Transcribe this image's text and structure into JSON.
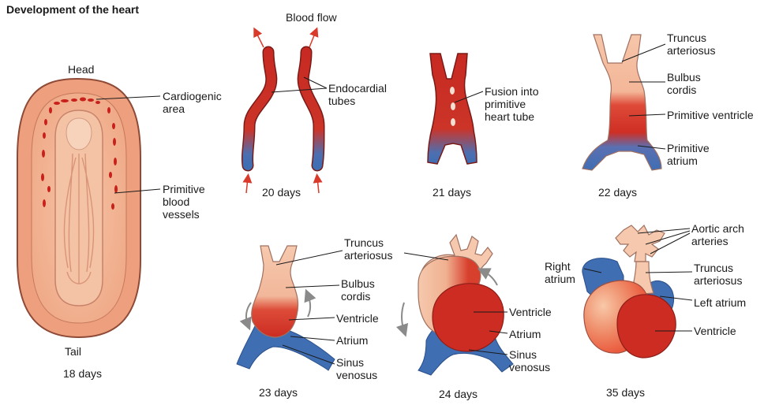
{
  "title": "Development of the heart",
  "labels": {
    "head": "Head",
    "tail": "Tail",
    "cardiogenic_area": "Cardiogenic\narea",
    "primitive_blood_vessels": "Primitive\nblood\nvessels",
    "blood_flow": "Blood flow",
    "endocardial_tubes": "Endocardial\ntubes",
    "fusion": "Fusion into\nprimitive\nheart tube",
    "truncus_22": "Truncus\narteriosus",
    "bulbus_22": "Bulbus\ncordis",
    "prim_ventricle_22": "Primitive ventricle",
    "prim_atrium_22": "Primitive\natrium",
    "truncus_23": "Truncus\narteriosus",
    "bulbus_23": "Bulbus\ncordis",
    "ventricle_23": "Ventricle",
    "atrium_23": "Atrium",
    "sinus_23": "Sinus\nvenosus",
    "ventricle_24": "Ventricle",
    "atrium_24": "Atrium",
    "sinus_24": "Sinus\nvenosus",
    "aortic_arch_35": "Aortic arch\narteries",
    "right_atrium_35": "Right\natrium",
    "truncus_35": "Truncus\narteriosus",
    "left_atrium_35": "Left atrium",
    "ventricle_35": "Ventricle"
  },
  "stages": {
    "d18": "18 days",
    "d20": "20 days",
    "d21": "21 days",
    "d22": "22 days",
    "d23": "23 days",
    "d24": "24 days",
    "d35": "35 days"
  },
  "colors": {
    "red": "#d2322b",
    "dark_red": "#b81e1a",
    "blue": "#3f6eb3",
    "pink": "#f6c9ae",
    "skin": "#f3b191",
    "skin_dark": "#e8946e",
    "arrow_red": "#d93a2a",
    "arrow_gray": "#8a8a8a"
  }
}
